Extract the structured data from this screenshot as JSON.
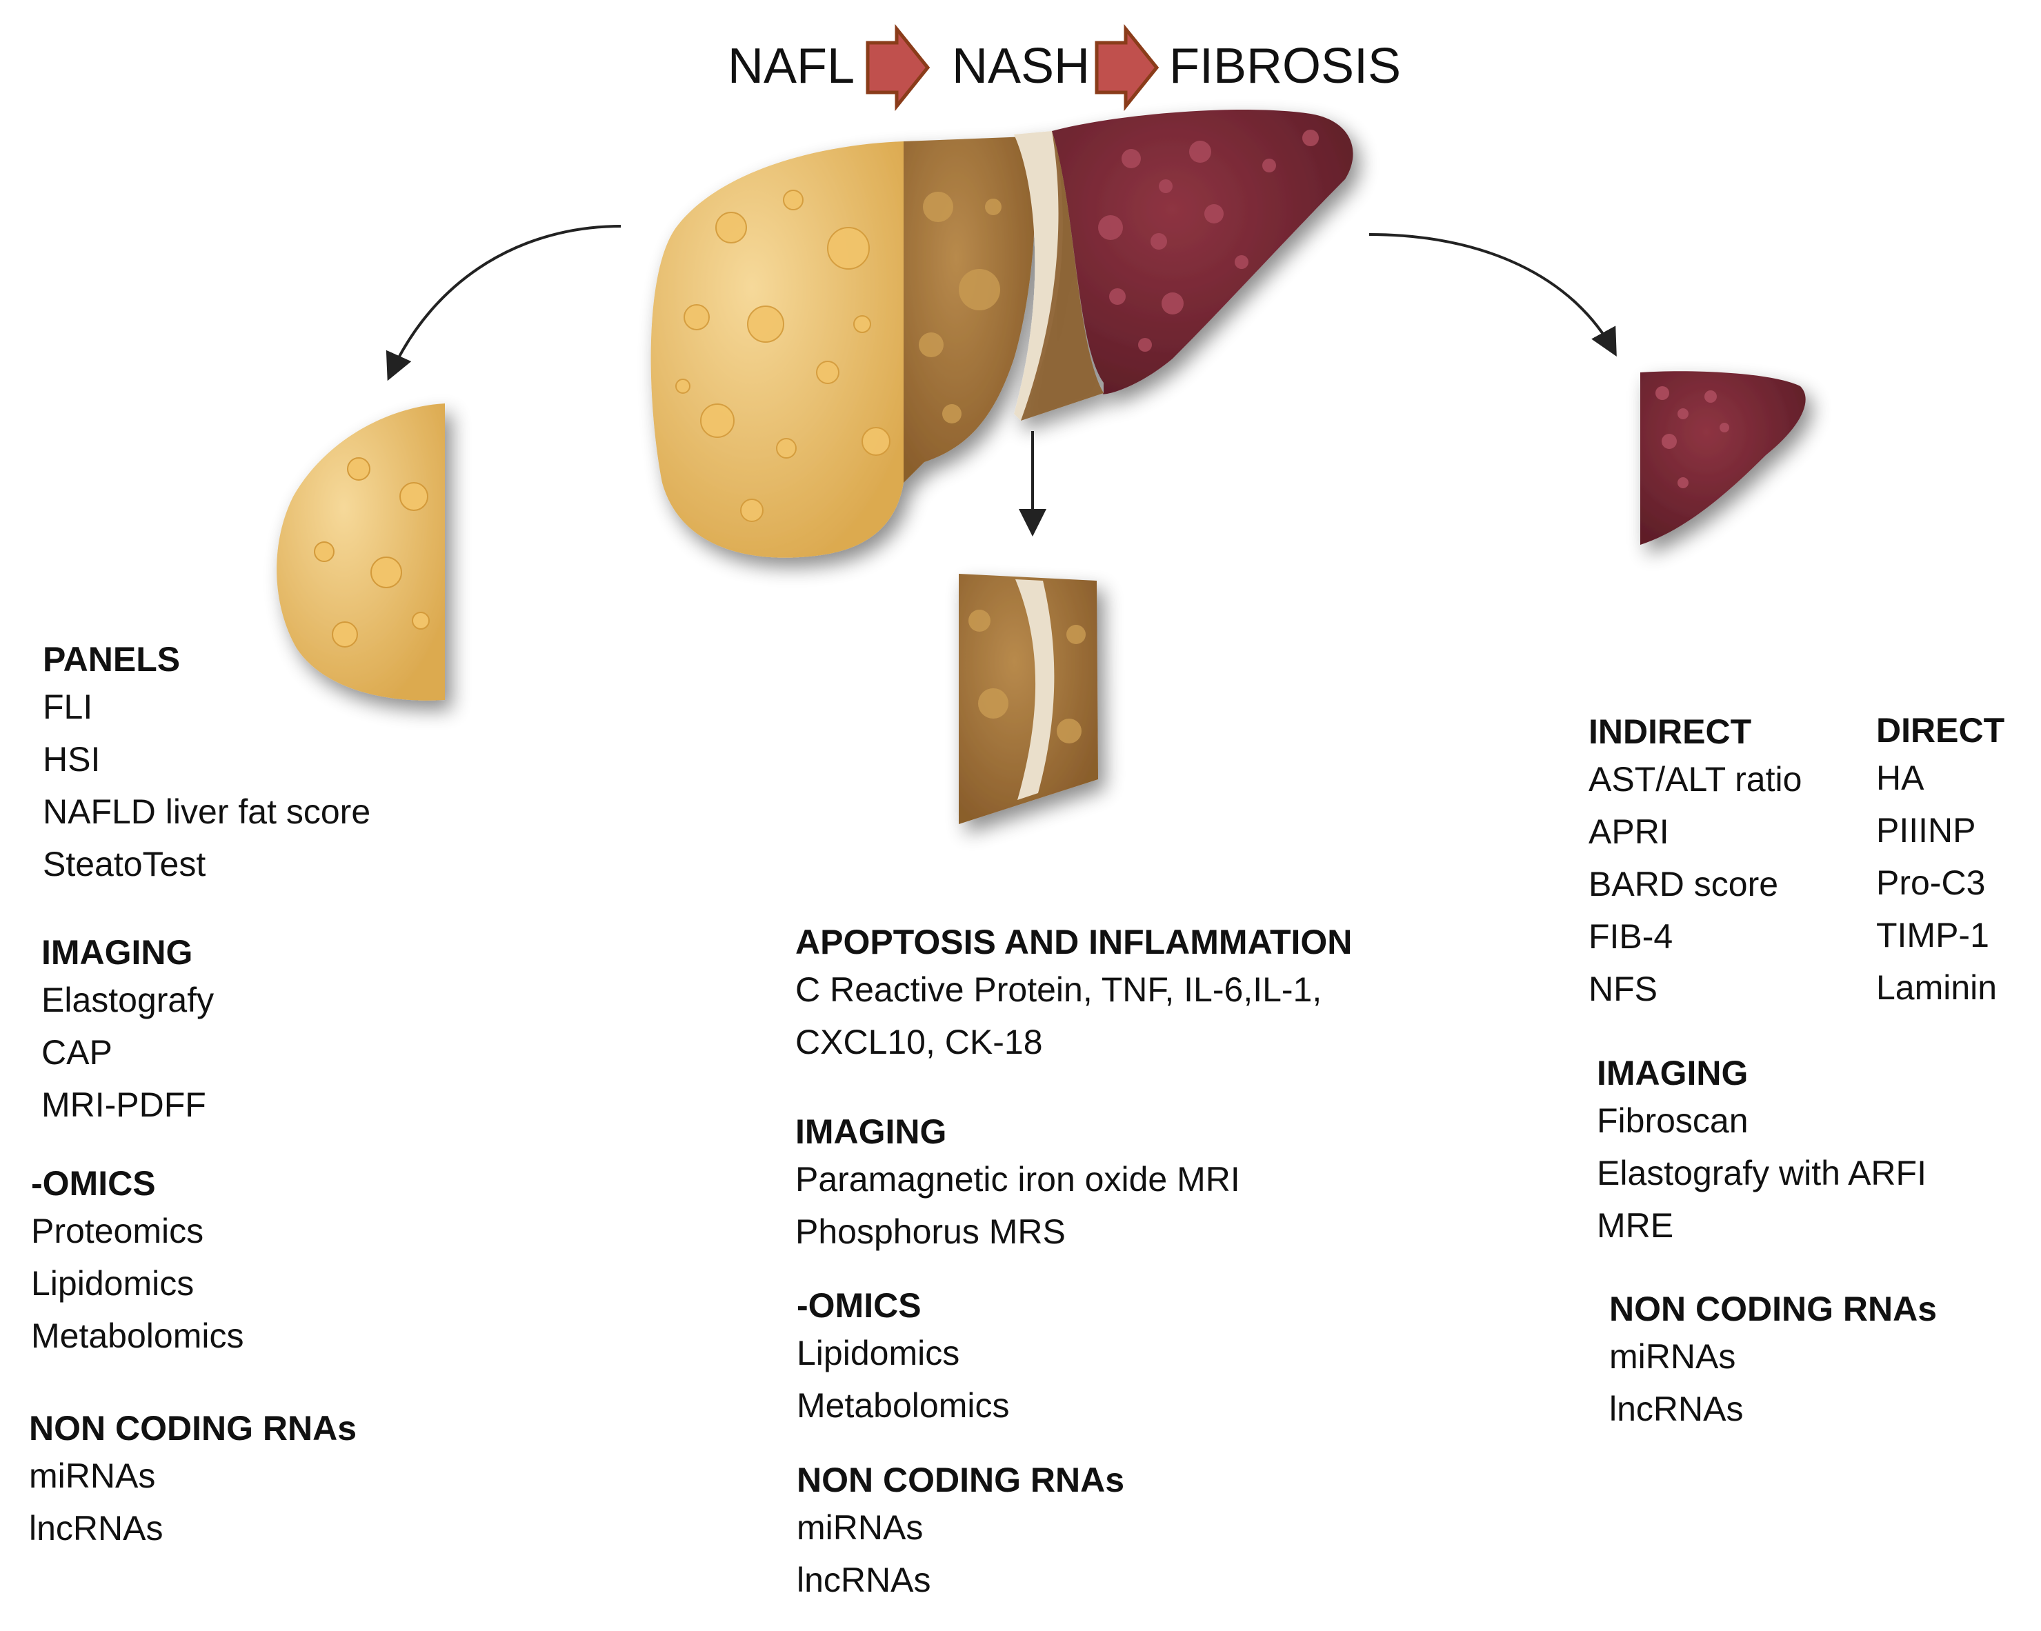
{
  "progression": {
    "stages": [
      "NAFL",
      "NASH",
      "FIBROSIS"
    ],
    "arrow_color": "#c0504d"
  },
  "colors": {
    "nafl_liver": "#f0c878",
    "nash_liver": "#a0743c",
    "fibrosis_liver": "#7a2a36",
    "ligament": "#eadfcb"
  },
  "nafl": {
    "panels": {
      "heading": "PANELS",
      "items": [
        "FLI",
        "HSI",
        "NAFLD liver fat score",
        "SteatoTest"
      ]
    },
    "imaging": {
      "heading": "IMAGING",
      "items": [
        "Elastografy",
        "CAP",
        "MRI-PDFF"
      ]
    },
    "omics": {
      "heading": "-OMICS",
      "items": [
        "Proteomics",
        "Lipidomics",
        "Metabolomics"
      ]
    },
    "ncrna": {
      "heading": "NON CODING RNAs",
      "items": [
        "miRNAs",
        "lncRNAs"
      ]
    }
  },
  "nash": {
    "apoptosis": {
      "heading": "APOPTOSIS AND INFLAMMATION",
      "items": [
        "C Reactive Protein, TNF, IL-6,IL-1,",
        "CXCL10, CK-18"
      ]
    },
    "imaging": {
      "heading": "IMAGING",
      "items": [
        "Paramagnetic iron oxide MRI",
        "Phosphorus MRS"
      ]
    },
    "omics": {
      "heading": "-OMICS",
      "items": [
        "Lipidomics",
        "Metabolomics"
      ]
    },
    "ncrna": {
      "heading": "NON CODING RNAs",
      "items": [
        "miRNAs",
        "lncRNAs"
      ]
    }
  },
  "fibrosis": {
    "indirect": {
      "heading": "INDIRECT",
      "items": [
        "AST/ALT ratio",
        "APRI",
        "BARD score",
        "FIB-4",
        "NFS"
      ]
    },
    "direct": {
      "heading": "DIRECT",
      "items": [
        "HA",
        "PIIINP",
        "Pro-C3",
        "TIMP-1",
        "Laminin"
      ]
    },
    "imaging": {
      "heading": "IMAGING",
      "items": [
        "Fibroscan",
        "Elastografy with ARFI",
        "MRE"
      ]
    },
    "ncrna": {
      "heading": "NON CODING RNAs",
      "items": [
        "miRNAs",
        "lncRNAs"
      ]
    }
  }
}
